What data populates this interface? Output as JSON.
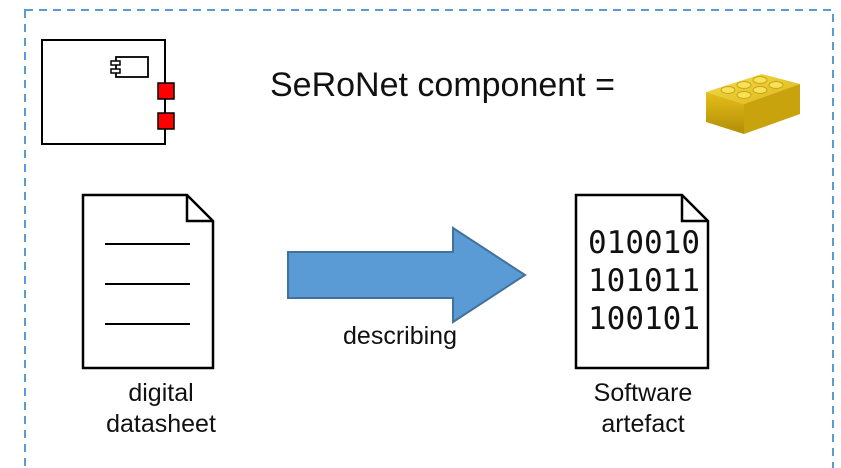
{
  "diagram": {
    "title": "SeRoNet component  =",
    "datasheet_label_line1": "digital",
    "datasheet_label_line2": "datasheet",
    "arrow_label": "describing",
    "artefact_label_line1": "Software",
    "artefact_label_line2": "artefact",
    "binary_lines": [
      "010010",
      "101011",
      "100101"
    ]
  },
  "colors": {
    "frame": "#5b9bd5",
    "arrow_fill": "#5b9bd5",
    "arrow_stroke": "#41719c",
    "port": "#ff0000",
    "brick": "#e8c21c",
    "outline": "#000000"
  },
  "icons": [
    "uml-component-icon",
    "lego-brick-icon",
    "document-icon",
    "binary-document-icon",
    "right-arrow-icon"
  ]
}
